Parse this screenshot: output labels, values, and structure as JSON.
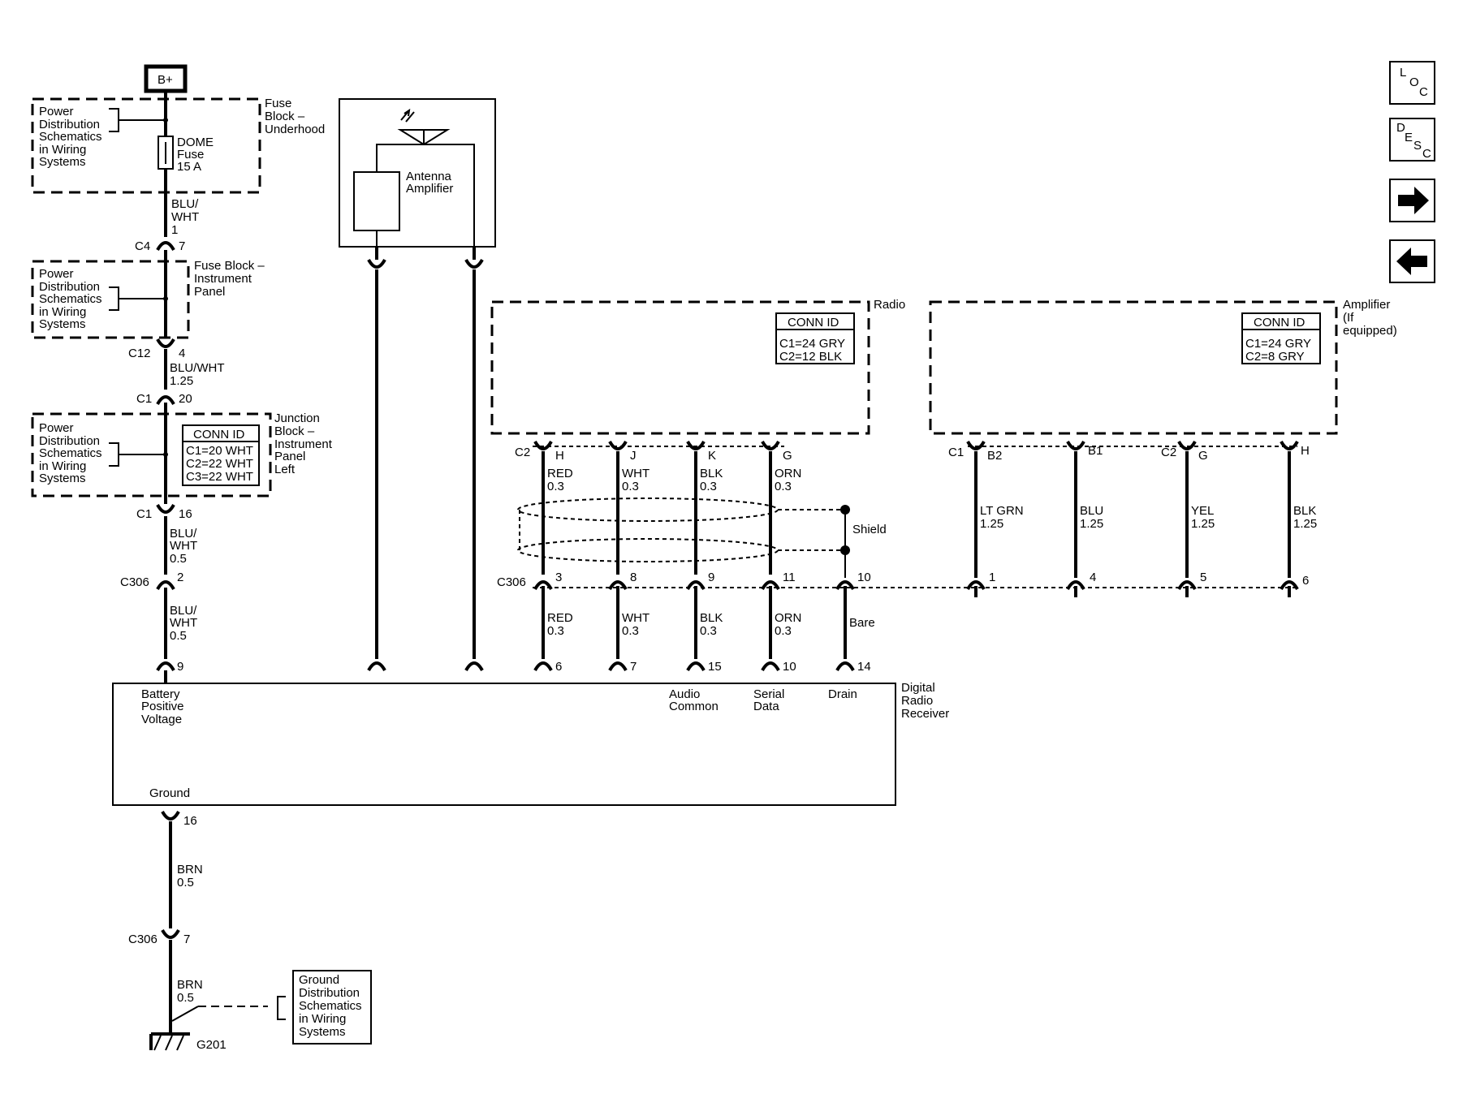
{
  "nav": {
    "loc": [
      "L",
      "O",
      "C"
    ],
    "desc": [
      "D",
      "E",
      "S",
      "C"
    ]
  },
  "battery": "B+",
  "pd_schematic": [
    "Power",
    "Distribution",
    "Schematics",
    "in Wiring",
    "Systems"
  ],
  "fuse_underhood": {
    "title": [
      "Fuse",
      "Block –",
      "Underhood"
    ],
    "fuse": [
      "DOME",
      "Fuse",
      "15 A"
    ]
  },
  "fuse_ip": {
    "title": [
      "Fuse Block –",
      "Instrument",
      "Panel"
    ]
  },
  "junction": {
    "title": [
      "Junction",
      "Block –",
      "Instrument",
      "Panel",
      "Left"
    ],
    "conn_title": "CONN ID",
    "conn_lines": [
      "C1=20 WHT",
      "C2=22 WHT",
      "C3=22 WHT"
    ]
  },
  "left_wire": {
    "w1": [
      "BLU/",
      "WHT",
      "1"
    ],
    "c4": {
      "name": "C4",
      "pin": "7"
    },
    "c12": {
      "name": "C12",
      "pin": "4"
    },
    "w2": [
      "BLU/WHT",
      "1.25"
    ],
    "c1a": {
      "name": "C1",
      "pin": "20"
    },
    "c1b": {
      "name": "C1",
      "pin": "16"
    },
    "w3": [
      "BLU/",
      "WHT",
      "0.5"
    ],
    "c306": {
      "name": "C306",
      "pin": "2"
    },
    "w4": [
      "BLU/",
      "WHT",
      "0.5"
    ],
    "recv_pin": "9"
  },
  "antenna": {
    "label": [
      "Antenna",
      "Amplifier"
    ]
  },
  "radio": {
    "label": "Radio",
    "conn_title": "CONN ID",
    "conn_lines": [
      "C1=24 GRY",
      "C2=12 BLK"
    ],
    "connector": "C2",
    "pins": [
      "H",
      "J",
      "K",
      "G"
    ],
    "upper_wires": [
      [
        "RED",
        "0.3"
      ],
      [
        "WHT",
        "0.3"
      ],
      [
        "BLK",
        "0.3"
      ],
      [
        "ORN",
        "0.3"
      ]
    ]
  },
  "amplifier": {
    "label": [
      "Amplifier",
      "(If",
      "equipped)"
    ],
    "conn_title": "CONN ID",
    "conn_lines": [
      "C1=24 GRY",
      "C2=8 GRY"
    ],
    "connector_1": "C1",
    "connector_2": "C2",
    "pins": [
      "B2",
      "B1",
      "G",
      "H"
    ],
    "wires": [
      [
        "LT GRN",
        "1.25"
      ],
      [
        "BLU",
        "1.25"
      ],
      [
        "YEL",
        "1.25"
      ],
      [
        "BLK",
        "1.25"
      ]
    ],
    "c306_pins": [
      "1",
      "4",
      "5",
      "6"
    ]
  },
  "shield": "Shield",
  "c306_mid": {
    "name": "C306",
    "pins": [
      "3",
      "8",
      "9",
      "11",
      "10"
    ],
    "lower_wires": [
      [
        "RED",
        "0.3"
      ],
      [
        "WHT",
        "0.3"
      ],
      [
        "BLK",
        "0.3"
      ],
      [
        "ORN",
        "0.3"
      ],
      [
        "Bare"
      ]
    ]
  },
  "receiver": {
    "title": [
      "Digital",
      "Radio",
      "Receiver"
    ],
    "pins": [
      "6",
      "7",
      "15",
      "10",
      "14"
    ],
    "battery_label": [
      "Battery",
      "Positive",
      "Voltage"
    ],
    "audio_common": [
      "Audio",
      "Common"
    ],
    "serial_data": [
      "Serial",
      "Data"
    ],
    "drain": "Drain",
    "ground_label": "Ground",
    "ground_pin": "16"
  },
  "ground": {
    "wire1": [
      "BRN",
      "0.5"
    ],
    "c306": {
      "name": "C306",
      "pin": "7"
    },
    "wire2": [
      "BRN",
      "0.5"
    ],
    "g_label": "G201",
    "gd_schematic": [
      "Ground",
      "Distribution",
      "Schematics",
      "in Wiring",
      "Systems"
    ]
  }
}
